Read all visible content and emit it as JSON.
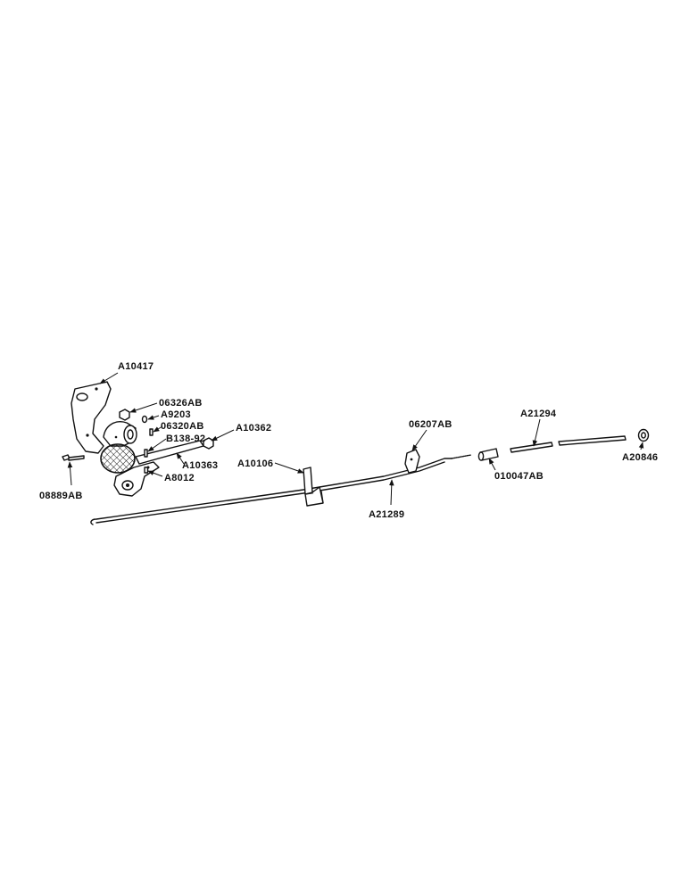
{
  "labels": {
    "a10417": "A10417",
    "p06326ab": "06326AB",
    "a9203": "A9203",
    "p06320ab": "06320AB",
    "b138_92": "B138-92",
    "a10362": "A10362",
    "a10363": "A10363",
    "a8012": "A8012",
    "p08889ab": "08889AB",
    "a10106": "A10106",
    "p06207ab": "06207AB",
    "a21289": "A21289",
    "a21294": "A21294",
    "p010047ab": "010047AB",
    "a20846": "A20846"
  },
  "colors": {
    "ink": "#111111",
    "paper": "#ffffff"
  }
}
